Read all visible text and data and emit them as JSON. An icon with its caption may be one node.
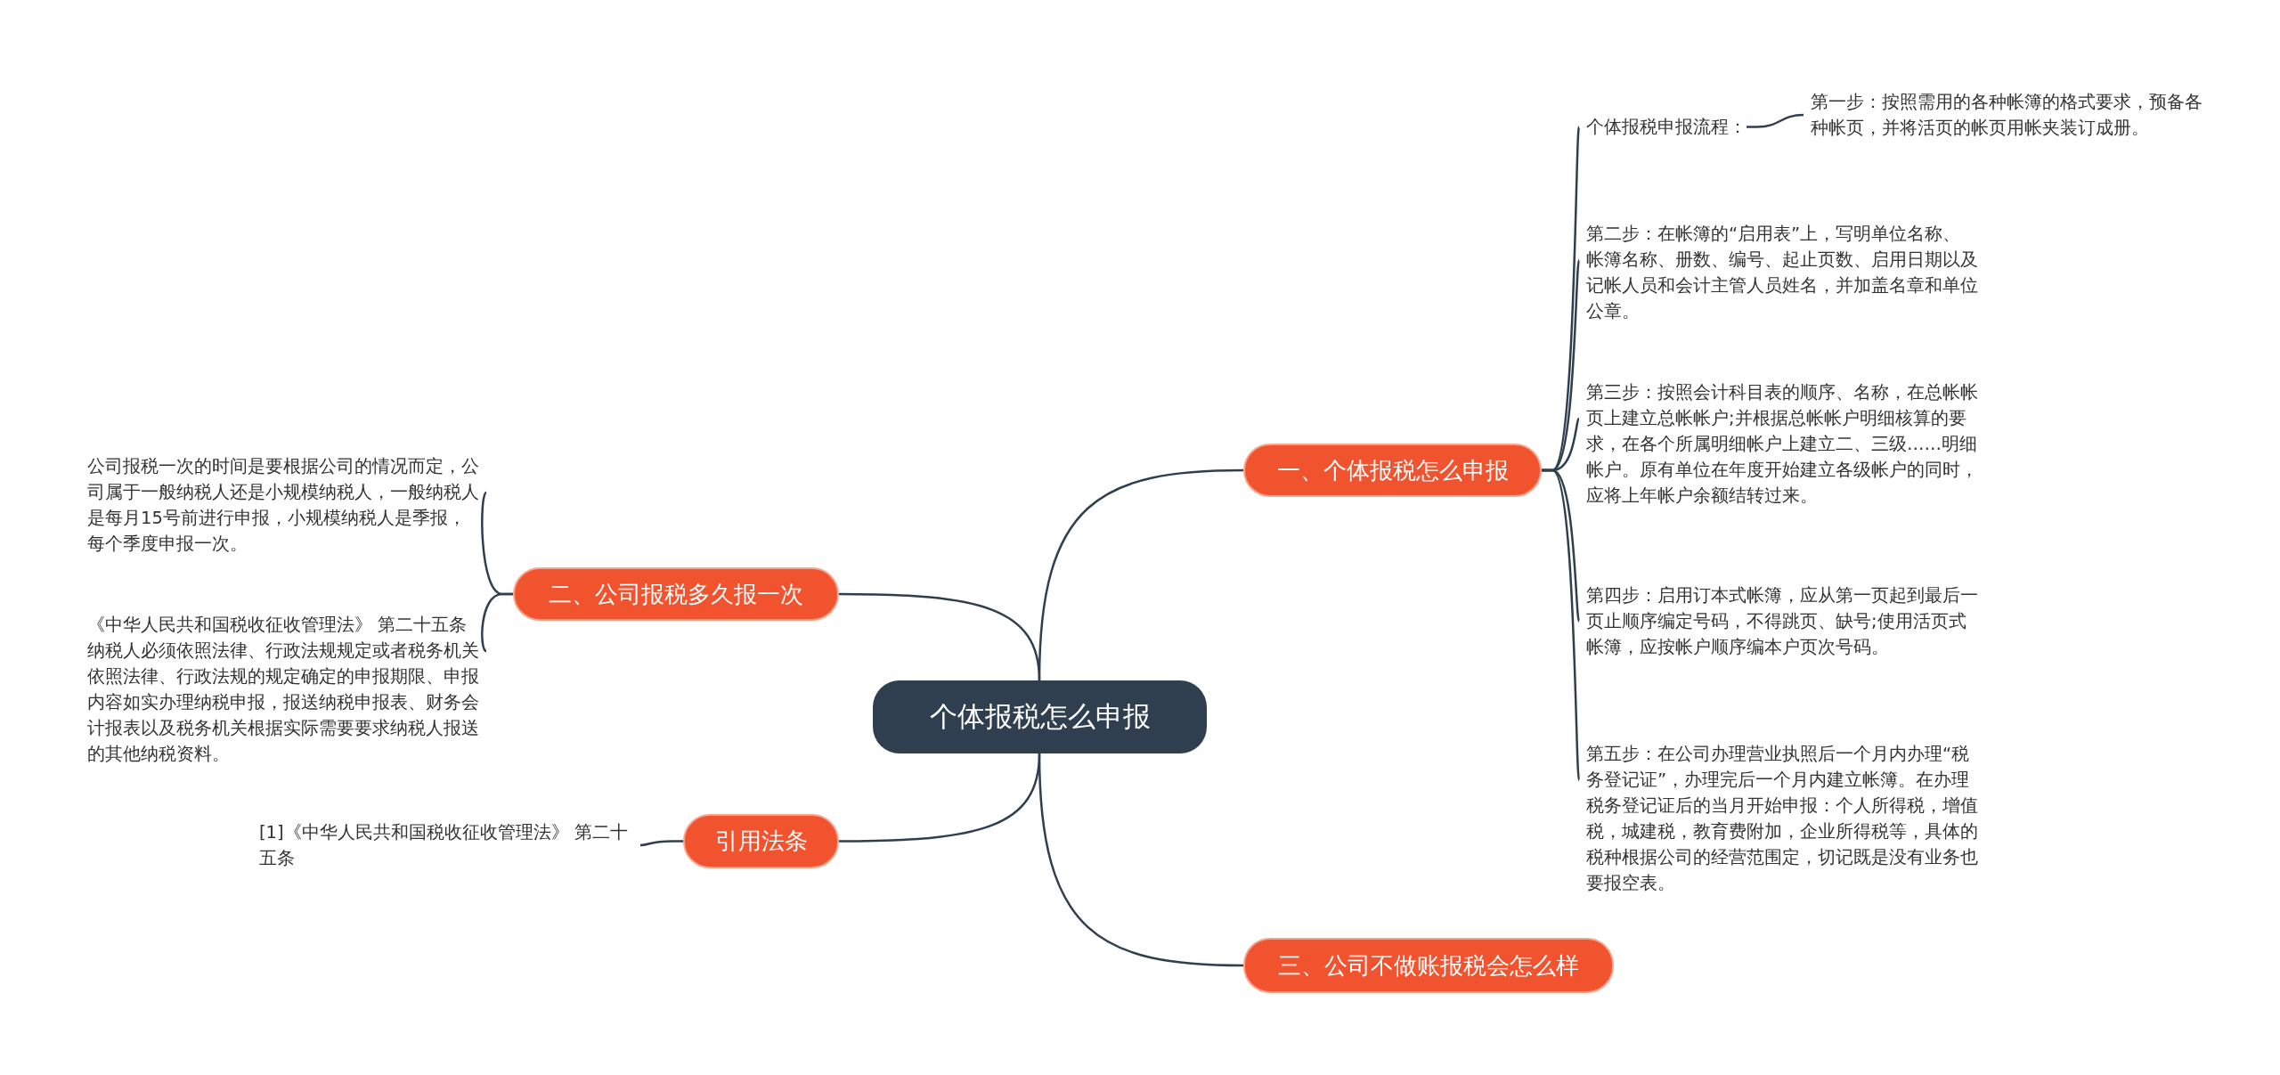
{
  "diagram": {
    "nodes": [
      {
        "text": [
          "个体报税怎么申报"
        ]
      },
      {
        "text": [
          "一、个体报税怎么申报"
        ]
      },
      {
        "text": [
          "个体报税申报流程："
        ]
      },
      {
        "text": [
          "第一步：按照需用的各种帐簿的格式要求，预备各种帐页，并将活页的帐页用帐夹装订成册。"
        ]
      },
      {
        "text": [
          "第二步：在帐簿的“启用表”上，写明单位名称、帐簿名称、册数、编号、起止页数、启用日期以及记帐人员和会计主管人员姓名，并加盖名章和单位公章。"
        ]
      },
      {
        "text": [
          "第三步：按照会计科目表的顺序、名称，在总帐帐页上建立总帐帐户;并根据总帐帐户明细核算的要求，在各个所属明细帐户上建立二、三级……明细帐户。原有单位在年度开始建立各级帐户的同时，应将上年帐户余额结转过来。"
        ]
      },
      {
        "text": [
          "第四步：启用订本式帐簿，应从第一页起到最后一页止顺序编定号码，不得跳页、缺号;使用活页式帐簿，应按帐户顺序编本户页次号码。"
        ]
      },
      {
        "text": [
          "第五步：在公司办理营业执照后一个月内办理“税务登记证”，办理完后一个月内建立帐簿。在办理税务登记证后的当月开始申报：个人所得税，增值税，城建税，教育费附加，企业所得税等，具体的税种根据公司的经营范围定，切记既是没有业务也要报空表。"
        ]
      },
      {
        "text": [
          "三、公司不做账报税会怎么样"
        ]
      },
      {
        "text": [
          "二、公司报税多久报一次"
        ]
      },
      {
        "text": [
          "公司报税一次的时间是要根据公司的情况而定，公司属于一般纳税人还是小规模纳税人，一般纳税人是每月15号前进行申报，小规模纳税人是季报，每个季度申报一次。"
        ]
      },
      {
        "text": [
          "《中华人民共和国税收征收管理法》 第二十五条纳税人必须依照法律、行政法规规定或者税务机关依照法律、行政法规的规定确定的申报期限、申报内容如实办理纳税申报，报送纳税申报表、财务会计报表以及税务机关根据实际需要要求纳税人报送的其他纳税资料。"
        ]
      },
      {
        "text": [
          "引用法条"
        ]
      },
      {
        "text": [
          "[1]《中华人民共和国税收征收管理法》 第二十五条"
        ]
      }
    ],
    "edges": [
      {
        "from": 0,
        "to": 1,
        "arrow": "none"
      },
      {
        "from": 1,
        "to": 2,
        "arrow": "none"
      },
      {
        "from": 2,
        "to": 3,
        "arrow": "none"
      },
      {
        "from": 1,
        "to": 4,
        "arrow": "none"
      },
      {
        "from": 1,
        "to": 5,
        "arrow": "none"
      },
      {
        "from": 1,
        "to": 6,
        "arrow": "none"
      },
      {
        "from": 1,
        "to": 7,
        "arrow": "none"
      },
      {
        "from": 0,
        "to": 8,
        "arrow": "none"
      },
      {
        "from": 0,
        "to": 9,
        "arrow": "none"
      },
      {
        "from": 9,
        "to": 10,
        "arrow": "none"
      },
      {
        "from": 9,
        "to": 11,
        "arrow": "none"
      },
      {
        "from": 0,
        "to": 12,
        "arrow": "none"
      },
      {
        "from": 12,
        "to": 13,
        "arrow": "none"
      }
    ]
  }
}
